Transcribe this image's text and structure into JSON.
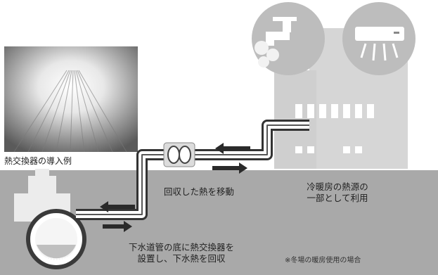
{
  "labels": {
    "photo_caption": "熱交換器の導入例",
    "heat_move": "回収した熱を移動",
    "heat_use_line1": "冷暖房の熱源の",
    "heat_use_line2": "一部として利用",
    "install_line1": "下水道管の底に熱交換器を",
    "install_line2": "設置し、下水熱を回収",
    "note": "※冬場の暖房使用の場合"
  },
  "icons": [
    "faucet-icon",
    "air-conditioner-icon"
  ],
  "colors": {
    "ground": "#a9a9a9",
    "building": "#d6d6d6",
    "icon_circle": "#bdbdbd",
    "pipe": "#ffffff",
    "arrow": "#2a2a2a"
  }
}
